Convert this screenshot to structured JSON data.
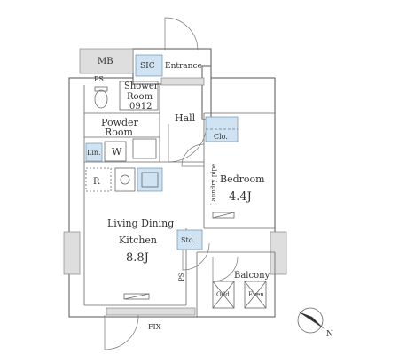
{
  "plan": {
    "rooms": {
      "mb": "MB",
      "sic": "SIC",
      "entrance": "Entrance",
      "ps_top": "PS",
      "shower_room_line1": "Shower",
      "shower_room_line2": "Room",
      "shower_room_size": "0912",
      "hall": "Hall",
      "powder_room_line1": "Powder",
      "powder_room_line2": "Room",
      "clo": "Clo.",
      "lin": "Lin.",
      "w": "W",
      "r": "R",
      "laundry_pipe": "Laundry pipe",
      "bedroom": "Bedroom",
      "bedroom_size": "4.4J",
      "ldk_line1": "Living Dining",
      "ldk_line2": "Kitchen",
      "ldk_size": "8.8J",
      "sto": "Sto.",
      "ps_bottom": "PS",
      "balcony": "Balcony",
      "odd": "Odd",
      "even": "Even",
      "fix": "FIX"
    },
    "colors": {
      "storage_blue": "#cfe3f3",
      "wall_grey": "#dedede"
    },
    "north_arrow": "N"
  }
}
